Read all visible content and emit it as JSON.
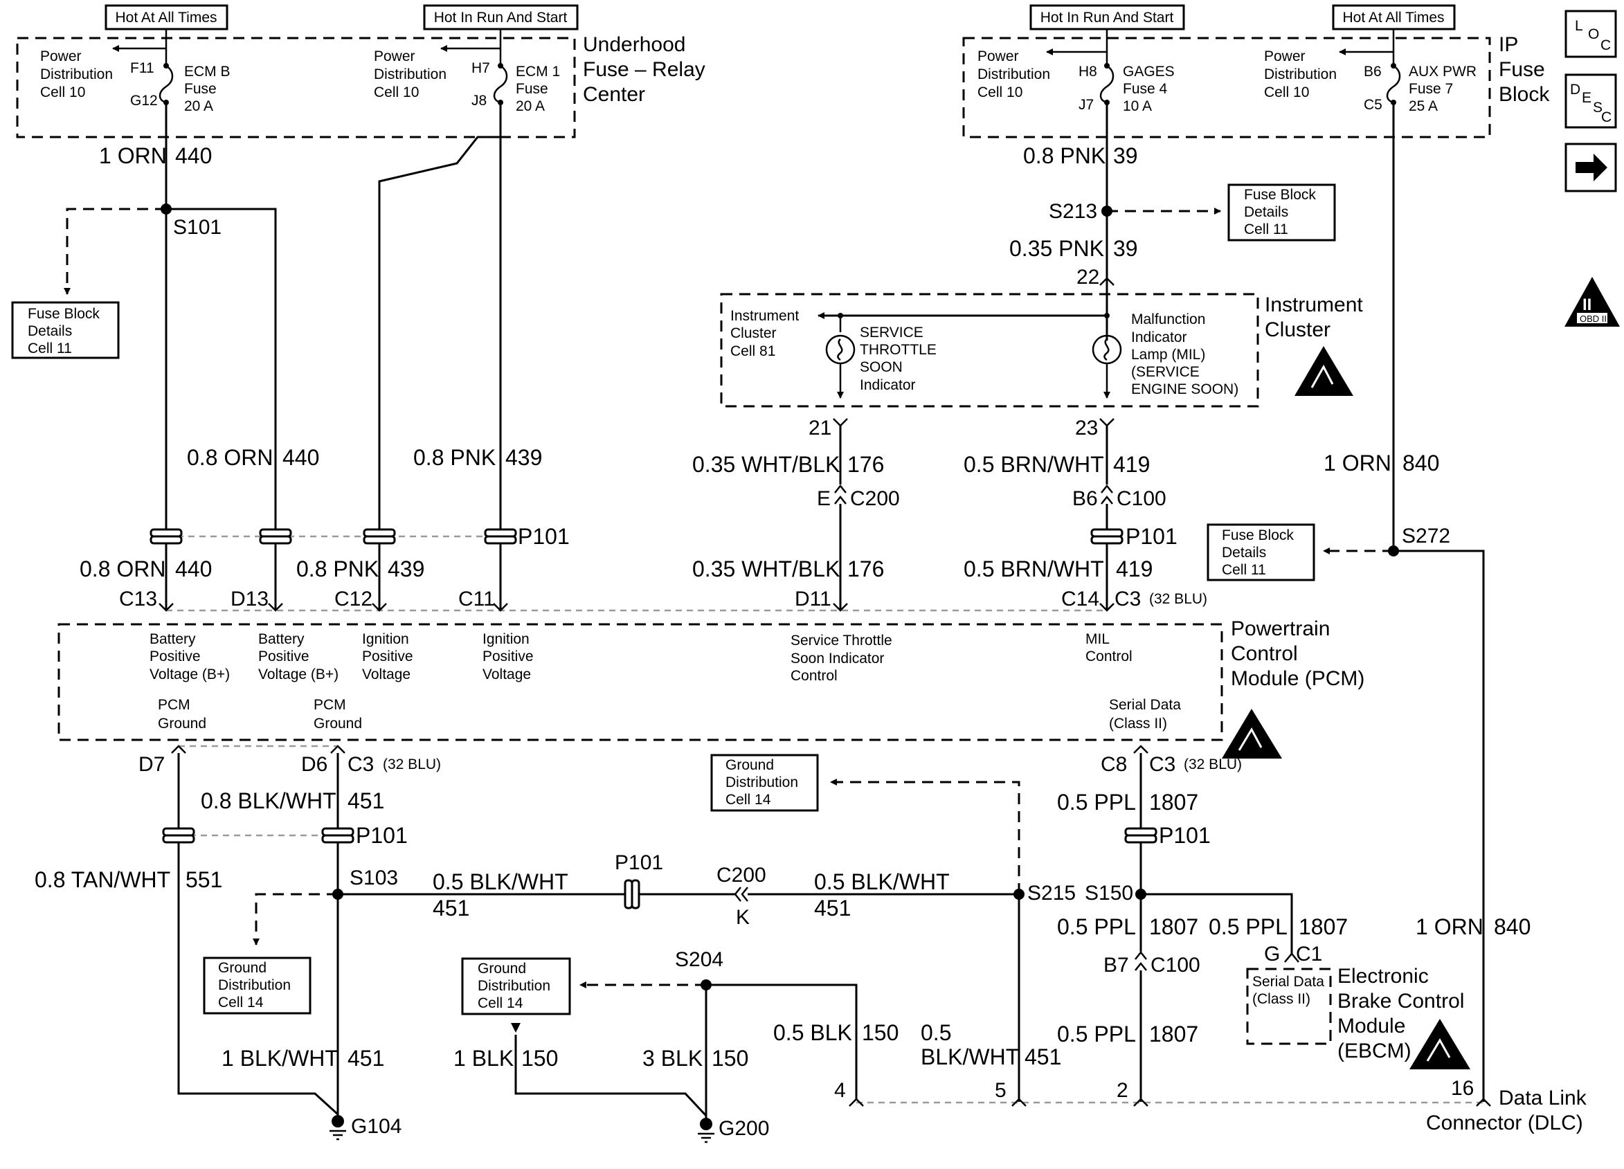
{
  "supply": {
    "hot_all_left": "Hot At All Times",
    "hot_run_left": "Hot In Run And Start",
    "hot_run_right": "Hot In Run And Start",
    "hot_all_right": "Hot At All Times"
  },
  "underhood": {
    "title": [
      "Underhood",
      "Fuse – Relay",
      "Center"
    ],
    "pd1": [
      "Power",
      "Distribution",
      "Cell 10"
    ],
    "pd2": [
      "Power",
      "Distribution",
      "Cell 10"
    ],
    "fuse1_pins": [
      "F11",
      "G12"
    ],
    "fuse1": [
      "ECM B",
      "Fuse",
      "20 A"
    ],
    "fuse2_pins": [
      "H7",
      "J8"
    ],
    "fuse2": [
      "ECM 1",
      "Fuse",
      "20 A"
    ]
  },
  "ipblock": {
    "title": [
      "IP",
      "Fuse",
      "Block"
    ],
    "pd1": [
      "Power",
      "Distribution",
      "Cell 10"
    ],
    "pd2": [
      "Power",
      "Distribution",
      "Cell 10"
    ],
    "fuse1_pins": [
      "H8",
      "J7"
    ],
    "fuse1": [
      "GAGES",
      "Fuse 4",
      "10 A"
    ],
    "fuse2_pins": [
      "B6",
      "C5"
    ],
    "fuse2": [
      "AUX PWR",
      "Fuse 7",
      "25 A"
    ]
  },
  "icons": {
    "loc": [
      "L",
      "O",
      "C"
    ],
    "desc": [
      "D",
      "E",
      "S",
      "C"
    ],
    "next": "arrow-right-icon",
    "obd": [
      "II",
      "OBD II"
    ]
  },
  "fuse_details": {
    "left": [
      "Fuse Block",
      "Details",
      "Cell 11"
    ],
    "s213": [
      "Fuse Block",
      "Details",
      "Cell 11"
    ],
    "s272": [
      "Fuse Block",
      "Details",
      "Cell 11"
    ]
  },
  "wires": {
    "w440_top": [
      "1 ORN",
      "440"
    ],
    "w440_mid": [
      "0.8 ORN",
      "440"
    ],
    "w440_low": [
      "0.8 ORN",
      "440"
    ],
    "w439_mid": [
      "0.8 PNK",
      "439"
    ],
    "w439_low": [
      "0.8 PNK",
      "439"
    ],
    "w39_a": [
      "0.8 PNK",
      "39"
    ],
    "w39_b": [
      "0.35 PNK",
      "39"
    ],
    "w176_a": [
      "0.35 WHT/BLK",
      "176"
    ],
    "w176_b": [
      "0.35 WHT/BLK",
      "176"
    ],
    "w419_a": [
      "0.5 BRN/WHT",
      "419"
    ],
    "w419_b": [
      "0.5 BRN/WHT",
      "419"
    ],
    "w840_a": [
      "1 ORN",
      "840"
    ],
    "w840_b": [
      "1 ORN",
      "840"
    ],
    "w451_a": [
      "0.8 BLK/WHT",
      "451"
    ],
    "w551": [
      "0.8 TAN/WHT",
      "551"
    ],
    "w451_h1": [
      "0.5 BLK/WHT",
      "451"
    ],
    "w451_h2": [
      "0.5 BLK/WHT",
      "451"
    ],
    "w451_g104": [
      "1 BLK/WHT",
      "451"
    ],
    "w150_a": [
      "1 BLK",
      "150"
    ],
    "w150_b": [
      "3 BLK",
      "150"
    ],
    "w150_c": [
      "0.5 BLK",
      "150"
    ],
    "w451_dlc": [
      "0.5",
      "BLK/WHT",
      "451"
    ],
    "w1807_a": [
      "0.5 PPL",
      "1807"
    ],
    "w1807_b": [
      "0.5 PPL",
      "1807"
    ],
    "w1807_c": [
      "0.5 PPL",
      "1807"
    ],
    "w1807_d": [
      "0.5 PPL",
      "1807"
    ]
  },
  "splices": {
    "s101": "S101",
    "s213": "S213",
    "s272": "S272",
    "s103": "S103",
    "s215": "S215",
    "s150": "S150",
    "s204": "S204"
  },
  "connectors": {
    "p101": "P101",
    "c200": "C200",
    "c100": "C100",
    "c200_pin": "E",
    "c100_pin_a": "B6",
    "c100_pin_b": "B7",
    "ic_pins": [
      "22",
      "21",
      "23"
    ],
    "c3": "C3",
    "blu": "(32 BLU)",
    "pcm_top_pins": [
      "C13",
      "D13",
      "C12",
      "C11",
      "D11",
      "C14"
    ],
    "pcm_bot_pins": [
      "D7",
      "D6",
      "C8"
    ],
    "p101_h": "P101",
    "c200_h": "C200",
    "k": "K",
    "ebcm_pins": [
      "G",
      "C1"
    ],
    "dlc_pins": [
      "4",
      "5",
      "2",
      "16"
    ]
  },
  "cluster": {
    "title": [
      "Instrument",
      "Cluster"
    ],
    "ref": [
      "Instrument",
      "Cluster",
      "Cell 81"
    ],
    "sts": [
      "SERVICE",
      "THROTTLE",
      "SOON",
      "Indicator"
    ],
    "mil": [
      "Malfunction",
      "Indicator",
      "Lamp (MIL)",
      "(SERVICE",
      "ENGINE SOON)"
    ]
  },
  "pcm": {
    "title": [
      "Powertrain",
      "Control",
      "Module (PCM)"
    ],
    "labels": {
      "bpv1": [
        "Battery",
        "Positive",
        "Voltage (B+)"
      ],
      "bpv2": [
        "Battery",
        "Positive",
        "Voltage (B+)"
      ],
      "ipv1": [
        "Ignition",
        "Positive",
        "Voltage"
      ],
      "ipv2": [
        "Ignition",
        "Positive",
        "Voltage"
      ],
      "stsic": [
        "Service Throttle",
        "Soon Indicator",
        "Control"
      ],
      "mil": [
        "MIL",
        "Control"
      ],
      "gnd1": [
        "PCM",
        "Ground"
      ],
      "gnd2": [
        "PCM",
        "Ground"
      ],
      "serial": [
        "Serial Data",
        "(Class II)"
      ]
    }
  },
  "ground_dist": {
    "a": [
      "Ground",
      "Distribution",
      "Cell 14"
    ],
    "b": [
      "Ground",
      "Distribution",
      "Cell 14"
    ],
    "c": [
      "Ground",
      "Distribution",
      "Cell 14"
    ]
  },
  "grounds": {
    "g104": "G104",
    "g200": "G200"
  },
  "ebcm": {
    "title": [
      "Electronic",
      "Brake Control",
      "Module",
      "(EBCM)"
    ],
    "inner": [
      "Serial Data",
      "(Class II)"
    ]
  },
  "dlc": {
    "title": [
      "Data Link",
      "Connector (DLC)"
    ]
  }
}
